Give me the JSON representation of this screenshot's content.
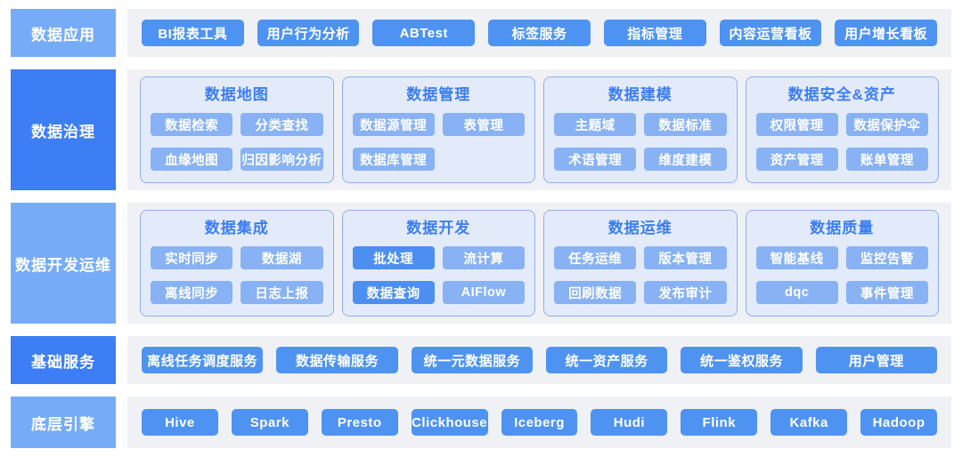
{
  "palette": {
    "sidebar_light": "#76acf7",
    "sidebar_dark": "#3e7ef4",
    "row_background": "#eff1f5",
    "primary_button": "#4e93f2",
    "group_background": "#e3ebfa",
    "group_border": "#8fb0ee",
    "group_title_text": "#3d7df2",
    "chip_button": "#88b2f4",
    "chip_button_highlight": "#4c8ff0",
    "button_text": "#ffffff"
  },
  "rows": [
    {
      "id": "data-application",
      "label": "数据应用",
      "variant": "light",
      "items": [
        "BI报表工具",
        "用户行为分析",
        "ABTest",
        "标签服务",
        "指标管理",
        "内容运营看板",
        "用户增长看板"
      ]
    },
    {
      "id": "data-governance",
      "label": "数据治理",
      "variant": "dark",
      "groups": [
        {
          "title": "数据地图",
          "items": [
            {
              "label": "数据检索"
            },
            {
              "label": "分类查找"
            },
            {
              "label": "血缘地图"
            },
            {
              "label": "归因影响分析"
            }
          ]
        },
        {
          "title": "数据管理",
          "items": [
            {
              "label": "数据源管理"
            },
            {
              "label": "表管理"
            },
            {
              "label": "数据库管理"
            }
          ]
        },
        {
          "title": "数据建模",
          "items": [
            {
              "label": "主题域"
            },
            {
              "label": "数据标准"
            },
            {
              "label": "术语管理"
            },
            {
              "label": "维度建模"
            }
          ]
        },
        {
          "title": "数据安全&资产",
          "items": [
            {
              "label": "权限管理"
            },
            {
              "label": "数据保护伞"
            },
            {
              "label": "资产管理"
            },
            {
              "label": "账单管理"
            }
          ]
        }
      ]
    },
    {
      "id": "data-dev-ops",
      "label": "数据开发运维",
      "variant": "light",
      "groups": [
        {
          "title": "数据集成",
          "items": [
            {
              "label": "实时同步"
            },
            {
              "label": "数据湖"
            },
            {
              "label": "离线同步"
            },
            {
              "label": "日志上报"
            }
          ]
        },
        {
          "title": "数据开发",
          "items": [
            {
              "label": "批处理",
              "highlight": true
            },
            {
              "label": "流计算"
            },
            {
              "label": "数据查询",
              "highlight": true
            },
            {
              "label": "AIFlow"
            }
          ]
        },
        {
          "title": "数据运维",
          "items": [
            {
              "label": "任务运维"
            },
            {
              "label": "版本管理"
            },
            {
              "label": "回刷数据"
            },
            {
              "label": "发布审计"
            }
          ]
        },
        {
          "title": "数据质量",
          "items": [
            {
              "label": "智能基线"
            },
            {
              "label": "监控告警"
            },
            {
              "label": "dqc"
            },
            {
              "label": "事件管理"
            }
          ]
        }
      ]
    },
    {
      "id": "base-services",
      "label": "基础服务",
      "variant": "dark",
      "items": [
        "离线任务调度服务",
        "数据传输服务",
        "统一元数据服务",
        "统一资产服务",
        "统一鉴权服务",
        "用户管理"
      ]
    },
    {
      "id": "engines",
      "label": "底层引擎",
      "variant": "light",
      "items": [
        "Hive",
        "Spark",
        "Presto",
        "Clickhouse",
        "Iceberg",
        "Hudi",
        "Flink",
        "Kafka",
        "Hadoop"
      ]
    }
  ]
}
